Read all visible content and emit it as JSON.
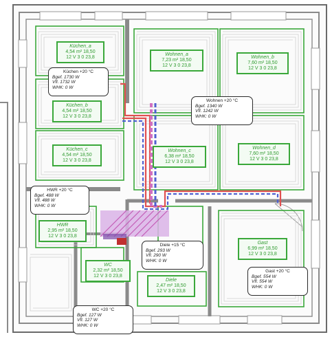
{
  "zones": [
    {
      "key": "kuechen_a",
      "name": "Küchen_a",
      "line1": "4,54 m² 18,50",
      "line2": "12 V 3 0 23,8"
    },
    {
      "key": "kuechen_b",
      "name": "Küchen_b",
      "line1": "4,54 m² 18,50",
      "line2": "12 V 3 0 23,8"
    },
    {
      "key": "kuechen_c",
      "name": "Küchen_c",
      "line1": "4,54 m² 18,50",
      "line2": "12 V 3 0 23,8"
    },
    {
      "key": "wohnen_a",
      "name": "Wohnen_a",
      "line1": "7,23 m² 18,50",
      "line2": "12 V 3 0 23,8"
    },
    {
      "key": "wohnen_b",
      "name": "Wohnen_b",
      "line1": "7,60 m² 18,50",
      "line2": "12 V 3 0 23,8"
    },
    {
      "key": "wohnen_c",
      "name": "Wohnen_c",
      "line1": "6,38 m² 18,50",
      "line2": "12 V 3 0 23,8"
    },
    {
      "key": "wohnen_d",
      "name": "Wohnen_d",
      "line1": "7,60 m² 18,50",
      "line2": "12 V 3 0 23,8"
    },
    {
      "key": "hwr",
      "name": "HWR",
      "line1": "2,95 m² 18,50",
      "line2": "12 V 3 0 23,8"
    },
    {
      "key": "wc",
      "name": "WC",
      "line1": "2,32 m² 18,50",
      "line2": "12 V 3 0 23,8"
    },
    {
      "key": "gast",
      "name": "Gast",
      "line1": "6,99 m² 18,50",
      "line2": "12 V 3 0 23,8"
    },
    {
      "key": "diele",
      "name": "Diele",
      "line1": "2,47 m² 18,50",
      "line2": "12 V 3 0 23,8"
    }
  ],
  "rooms": [
    {
      "key": "kuechen",
      "title": "Küchen +20 °C",
      "line1": "Bgef. 1730 W",
      "line2": "Vfl. 1732 W",
      "line3": "WHK: 0 W"
    },
    {
      "key": "wohnen",
      "title": "Wohnen +20 °C",
      "line1": "Bgef. 1340 W",
      "line2": "Vfl. 1242 W",
      "line3": "WHK: 0 W"
    },
    {
      "key": "hwr",
      "title": "HWR +20 °C",
      "line1": "Bgef. 488 W",
      "line2": "Vfl. 488 W",
      "line3": "WHK: 0 W"
    },
    {
      "key": "diele",
      "title": "Diele +15 °C",
      "line1": "Bgef. 293 W",
      "line2": "Vfl. 290 W",
      "line3": "WHK: 0 W"
    },
    {
      "key": "gast",
      "title": "Gast +20 °C",
      "line1": "Bgef. 554 W",
      "line2": "Vfl. 554 W",
      "line3": "WHK: 0 W"
    },
    {
      "key": "wc",
      "title": "WC +20 °C",
      "line1": "Bgef. 127 W",
      "line2": "Vfl. 127 W",
      "line3": "WHK: 0 W"
    }
  ],
  "colors": {
    "wall": "#8a8a8a",
    "zone_green": "#3aa83a",
    "loop_gray": "#c8c8c8",
    "pipe_red": "#e05050",
    "pipe_blue": "#5060d0",
    "pipe_pink": "#d070c0"
  }
}
